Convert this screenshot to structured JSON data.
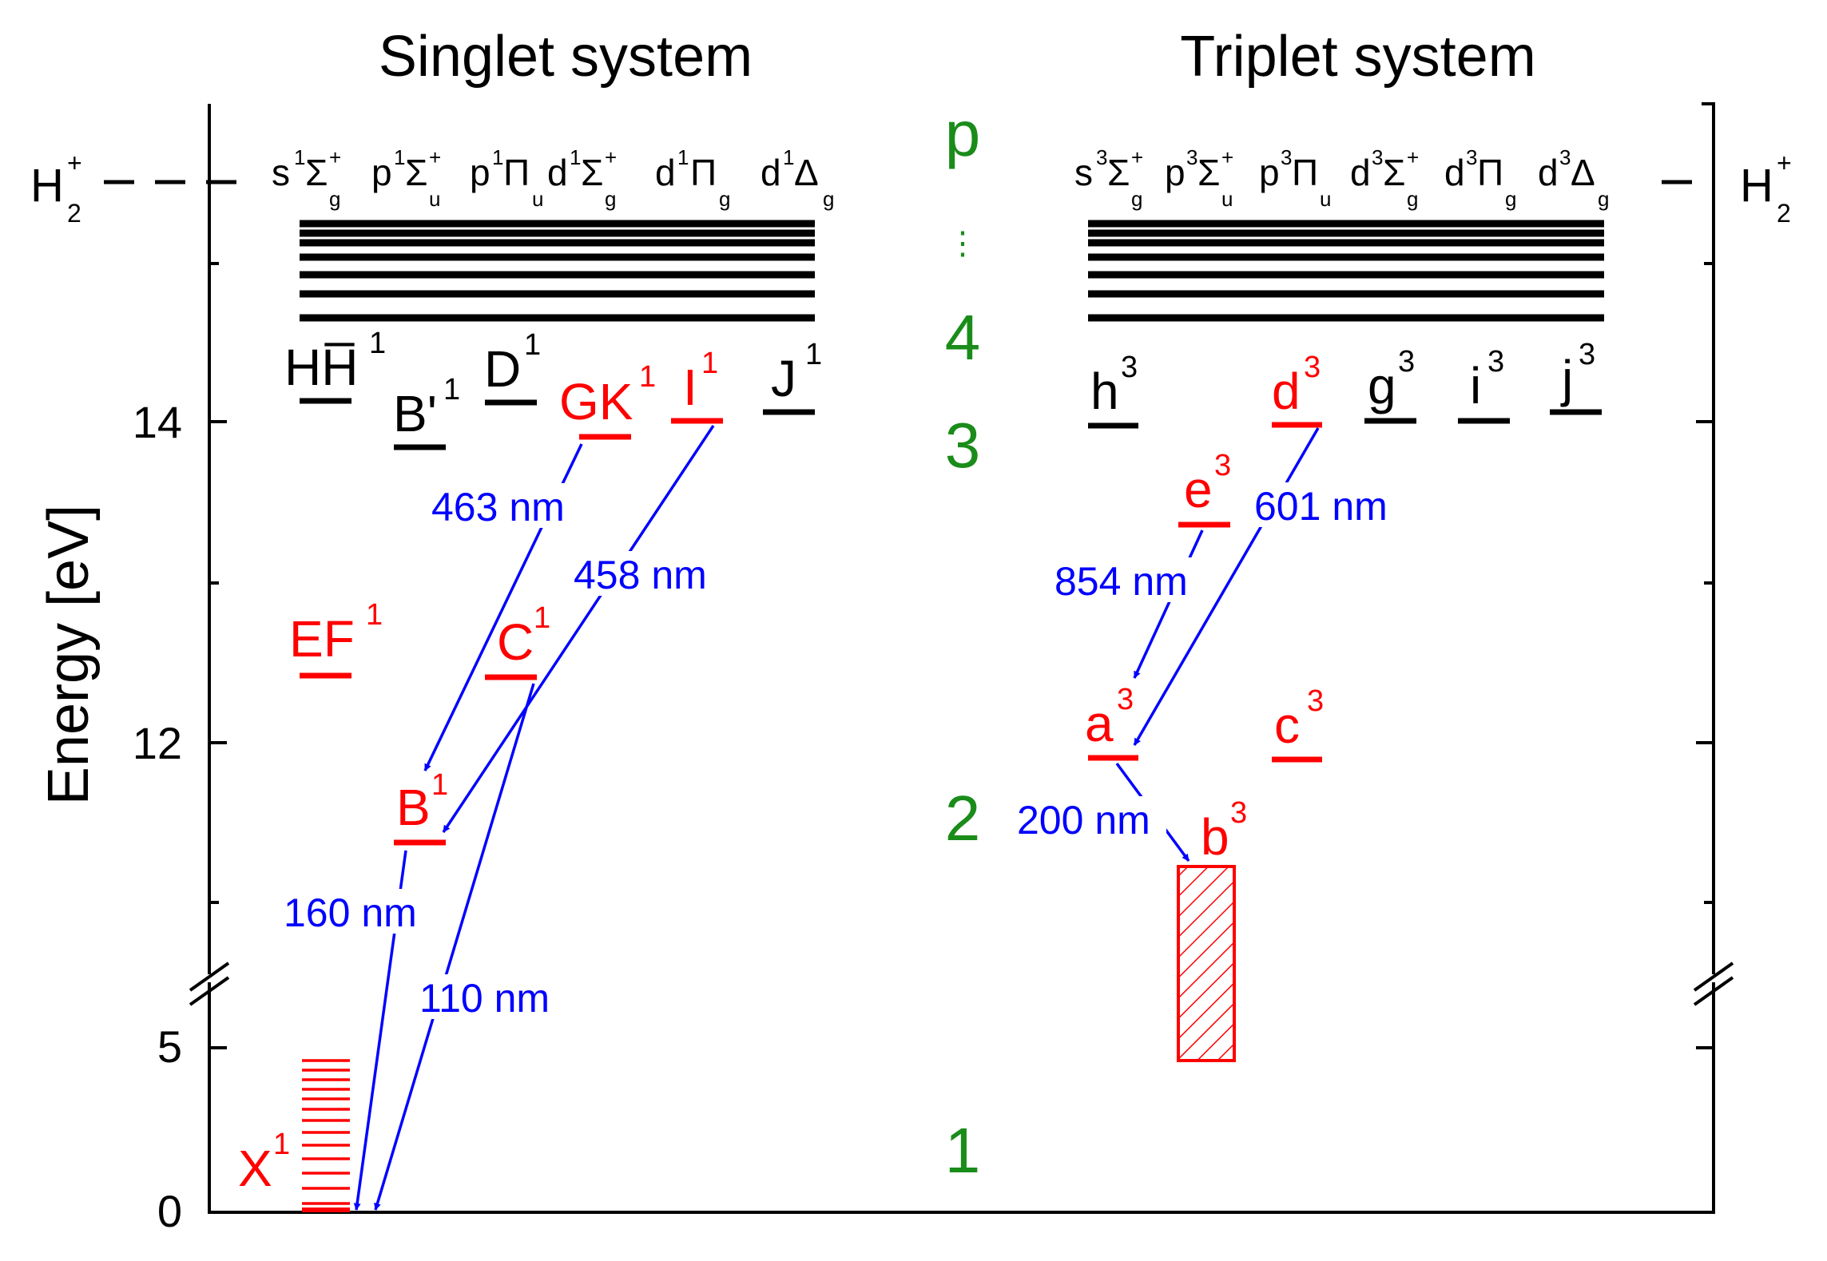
{
  "titles": {
    "singlet": "Singlet system",
    "triplet": "Triplet system"
  },
  "y_axis": {
    "label": "Energy [eV]",
    "tick_labels": [
      "0",
      "5",
      "12",
      "14"
    ]
  },
  "colors": {
    "observed": "#ff0000",
    "other": "#000000",
    "transition": "#0000ff",
    "principal_n": "#1a8c1a"
  },
  "ionization": {
    "base": "H",
    "sup": "+",
    "sub": "2"
  },
  "rydberg_series": {
    "singlet": [
      {
        "l": "s",
        "m": "1",
        "sym": "Σ",
        "sup": "+",
        "sub": "g"
      },
      {
        "l": "p",
        "m": "1",
        "sym": "Σ",
        "sup": "+",
        "sub": "u"
      },
      {
        "l": "p",
        "m": "1",
        "sym": "Π",
        "sup": "",
        "sub": "u"
      },
      {
        "l": "d",
        "m": "1",
        "sym": "Σ",
        "sup": "+",
        "sub": "g"
      },
      {
        "l": "d",
        "m": "1",
        "sym": "Π",
        "sup": "",
        "sub": "g"
      },
      {
        "l": "d",
        "m": "1",
        "sym": "Δ",
        "sup": "",
        "sub": "g"
      }
    ],
    "triplet": [
      {
        "l": "s",
        "m": "3",
        "sym": "Σ",
        "sup": "+",
        "sub": "g"
      },
      {
        "l": "p",
        "m": "3",
        "sym": "Σ",
        "sup": "+",
        "sub": "u"
      },
      {
        "l": "p",
        "m": "3",
        "sym": "Π",
        "sup": "",
        "sub": "u"
      },
      {
        "l": "d",
        "m": "3",
        "sym": "Σ",
        "sup": "+",
        "sub": "g"
      },
      {
        "l": "d",
        "m": "3",
        "sym": "Π",
        "sup": "",
        "sub": "g"
      },
      {
        "l": "d",
        "m": "3",
        "sym": "Δ",
        "sup": "",
        "sub": "g"
      }
    ]
  },
  "principal_numbers": [
    "p",
    "⋮",
    "4",
    "3",
    "2",
    "1"
  ],
  "singlet_states": [
    {
      "id": "X",
      "base": "X",
      "sup": "1",
      "color": "red"
    },
    {
      "id": "EF",
      "base": "EF",
      "sup": "1",
      "color": "red"
    },
    {
      "id": "B",
      "base": "B",
      "sup": "1",
      "color": "red"
    },
    {
      "id": "C",
      "base": "C",
      "sup": "1",
      "color": "red"
    },
    {
      "id": "GK",
      "base": "GK",
      "sup": "1",
      "color": "red"
    },
    {
      "id": "I",
      "base": "I",
      "sup": "1",
      "color": "red"
    },
    {
      "id": "HHbar",
      "base": "HH̅",
      "sup": "1",
      "color": "black"
    },
    {
      "id": "Bprime",
      "base": "B'",
      "sup": "1",
      "color": "black"
    },
    {
      "id": "D",
      "base": "D",
      "sup": "1",
      "color": "black"
    },
    {
      "id": "J",
      "base": "J",
      "sup": "1",
      "color": "black"
    }
  ],
  "triplet_states": [
    {
      "id": "b",
      "base": "b",
      "sup": "3",
      "color": "red"
    },
    {
      "id": "a",
      "base": "a",
      "sup": "3",
      "color": "red"
    },
    {
      "id": "c",
      "base": "c",
      "sup": "3",
      "color": "red"
    },
    {
      "id": "e",
      "base": "e",
      "sup": "3",
      "color": "red"
    },
    {
      "id": "d",
      "base": "d",
      "sup": "3",
      "color": "red"
    },
    {
      "id": "h",
      "base": "h",
      "sup": "3",
      "color": "black"
    },
    {
      "id": "g",
      "base": "g",
      "sup": "3",
      "color": "black"
    },
    {
      "id": "i",
      "base": "i",
      "sup": "3",
      "color": "black"
    },
    {
      "id": "j",
      "base": "j",
      "sup": "3",
      "color": "black"
    }
  ],
  "transitions": [
    {
      "from": "GK",
      "to": "B",
      "wavelength": "463 nm"
    },
    {
      "from": "I",
      "to": "B",
      "wavelength": "458 nm"
    },
    {
      "from": "B",
      "to": "X",
      "wavelength": "160 nm"
    },
    {
      "from": "C",
      "to": "X",
      "wavelength": "110 nm"
    },
    {
      "from": "d",
      "to": "a",
      "wavelength": "601 nm"
    },
    {
      "from": "e",
      "to": "a",
      "wavelength": "854 nm"
    },
    {
      "from": "a",
      "to": "b",
      "wavelength": "200 nm"
    }
  ]
}
